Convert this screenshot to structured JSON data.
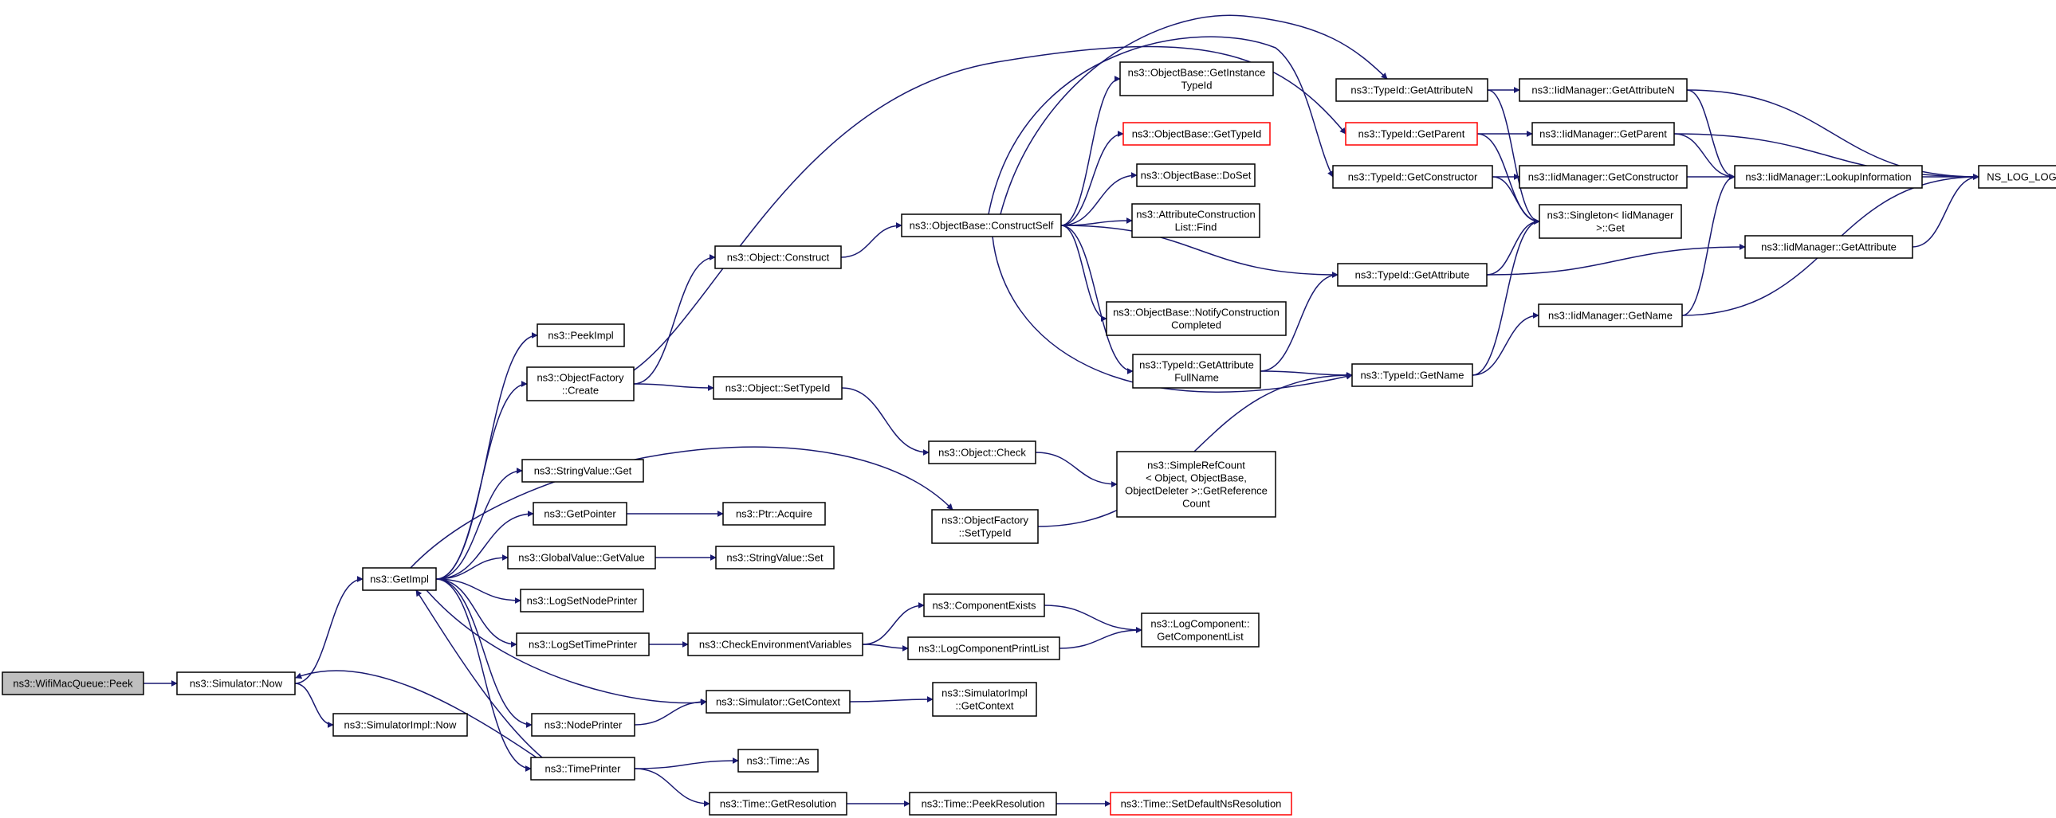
{
  "colors": {
    "edge": "#191970",
    "root_fill": "#bfbfbf",
    "red_border": "#ff0000"
  },
  "nodes": {
    "peek": {
      "lines": [
        "ns3::WifiMacQueue::Peek"
      ],
      "root": true
    },
    "simnow": {
      "lines": [
        "ns3::Simulator::Now"
      ]
    },
    "simimplnow": {
      "lines": [
        "ns3::SimulatorImpl::Now"
      ]
    },
    "getimpl": {
      "lines": [
        "ns3::GetImpl"
      ]
    },
    "peekimpl": {
      "lines": [
        "ns3::PeekImpl"
      ]
    },
    "ofcreate": {
      "lines": [
        "ns3::ObjectFactory",
        "::Create"
      ]
    },
    "svget": {
      "lines": [
        "ns3::StringValue::Get"
      ]
    },
    "getpointer": {
      "lines": [
        "ns3::GetPointer"
      ]
    },
    "gvgetvalue": {
      "lines": [
        "ns3::GlobalValue::GetValue"
      ]
    },
    "logsetnode": {
      "lines": [
        "ns3::LogSetNodePrinter"
      ]
    },
    "logsettime": {
      "lines": [
        "ns3::LogSetTimePrinter"
      ]
    },
    "nodeprinter": {
      "lines": [
        "ns3::NodePrinter"
      ]
    },
    "timeprinter": {
      "lines": [
        "ns3::TimePrinter"
      ]
    },
    "objconstruct": {
      "lines": [
        "ns3::Object::Construct"
      ]
    },
    "objsettypeid": {
      "lines": [
        "ns3::Object::SetTypeId"
      ]
    },
    "ofsettypeid": {
      "lines": [
        "ns3::ObjectFactory",
        "::SetTypeId"
      ]
    },
    "ptracquire": {
      "lines": [
        "ns3::Ptr::Acquire"
      ]
    },
    "svset": {
      "lines": [
        "ns3::StringValue::Set"
      ]
    },
    "checkenv": {
      "lines": [
        "ns3::CheckEnvironmentVariables"
      ]
    },
    "simgetctx": {
      "lines": [
        "ns3::Simulator::GetContext"
      ]
    },
    "timeas": {
      "lines": [
        "ns3::Time::As"
      ]
    },
    "timegetres": {
      "lines": [
        "ns3::Time::GetResolution"
      ]
    },
    "constructself": {
      "lines": [
        "ns3::ObjectBase::ConstructSelf"
      ]
    },
    "objcheck": {
      "lines": [
        "ns3::Object::Check"
      ]
    },
    "compexists": {
      "lines": [
        "ns3::ComponentExists"
      ]
    },
    "logcompprint": {
      "lines": [
        "ns3::LogComponentPrintList"
      ]
    },
    "simimplgetctx": {
      "lines": [
        "ns3::SimulatorImpl",
        "::GetContext"
      ]
    },
    "timepeekres": {
      "lines": [
        "ns3::Time::PeekResolution"
      ]
    },
    "getinsttype": {
      "lines": [
        "ns3::ObjectBase::GetInstance",
        "TypeId"
      ]
    },
    "obgettypeid": {
      "lines": [
        "ns3::ObjectBase::GetTypeId"
      ],
      "red": true
    },
    "dosetob": {
      "lines": [
        "ns3::ObjectBase::DoSet"
      ]
    },
    "attrconstr": {
      "lines": [
        "ns3::AttributeConstruction",
        "List::Find"
      ]
    },
    "notifyconstr": {
      "lines": [
        "ns3::ObjectBase::NotifyConstruction",
        "Completed"
      ]
    },
    "tidgetattrfull": {
      "lines": [
        "ns3::TypeId::GetAttribute",
        "FullName"
      ]
    },
    "simplerefcnt": {
      "lines": [
        "ns3::SimpleRefCount",
        "< Object, ObjectBase,",
        "ObjectDeleter >::GetReference",
        "Count"
      ]
    },
    "getcomplist": {
      "lines": [
        "ns3::LogComponent::",
        "GetComponentList"
      ]
    },
    "setdefaultns": {
      "lines": [
        "ns3::Time::SetDefaultNsResolution"
      ],
      "red": true
    },
    "tidgetattrn": {
      "lines": [
        "ns3::TypeId::GetAttributeN"
      ]
    },
    "tidgetparent": {
      "lines": [
        "ns3::TypeId::GetParent"
      ],
      "red": true
    },
    "tidgetconstr": {
      "lines": [
        "ns3::TypeId::GetConstructor"
      ]
    },
    "tidgetattr": {
      "lines": [
        "ns3::TypeId::GetAttribute"
      ]
    },
    "tidgetname": {
      "lines": [
        "ns3::TypeId::GetName"
      ]
    },
    "iidgetattrn": {
      "lines": [
        "ns3::IidManager::GetAttributeN"
      ]
    },
    "iidgetparent": {
      "lines": [
        "ns3::IidManager::GetParent"
      ]
    },
    "iidgetconstr": {
      "lines": [
        "ns3::IidManager::GetConstructor"
      ]
    },
    "singleton": {
      "lines": [
        "ns3::Singleton< IidManager",
        ">::Get"
      ]
    },
    "iidgetname": {
      "lines": [
        "ns3::IidManager::GetName"
      ]
    },
    "iidlookup": {
      "lines": [
        "ns3::IidManager::LookupInformation"
      ]
    },
    "iidgetattr": {
      "lines": [
        "ns3::IidManager::GetAttribute"
      ]
    },
    "nslog": {
      "lines": [
        "NS_LOG_LOGIC"
      ]
    }
  }
}
